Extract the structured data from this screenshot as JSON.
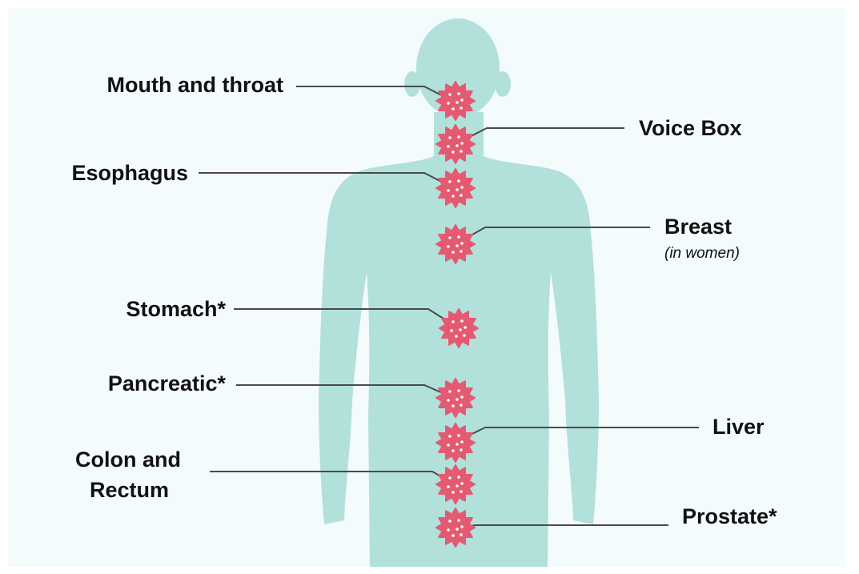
{
  "colors": {
    "background": "#f4fbfc",
    "silhouette": "#b2e0da",
    "tumor": "#e45a72",
    "tumor_dot": "#ffffff",
    "leader_line": "#4a4a4a",
    "text": "#111111"
  },
  "labels": {
    "mouth_throat": "Mouth and throat",
    "voice_box": "Voice Box",
    "esophagus": "Esophagus",
    "breast": "Breast",
    "breast_note": "(in women)",
    "stomach": "Stomach*",
    "pancreatic": "Pancreatic*",
    "liver": "Liver",
    "colon_line1": "Colon and",
    "colon_line2": "Rectum",
    "prostate": "Prostate*"
  }
}
